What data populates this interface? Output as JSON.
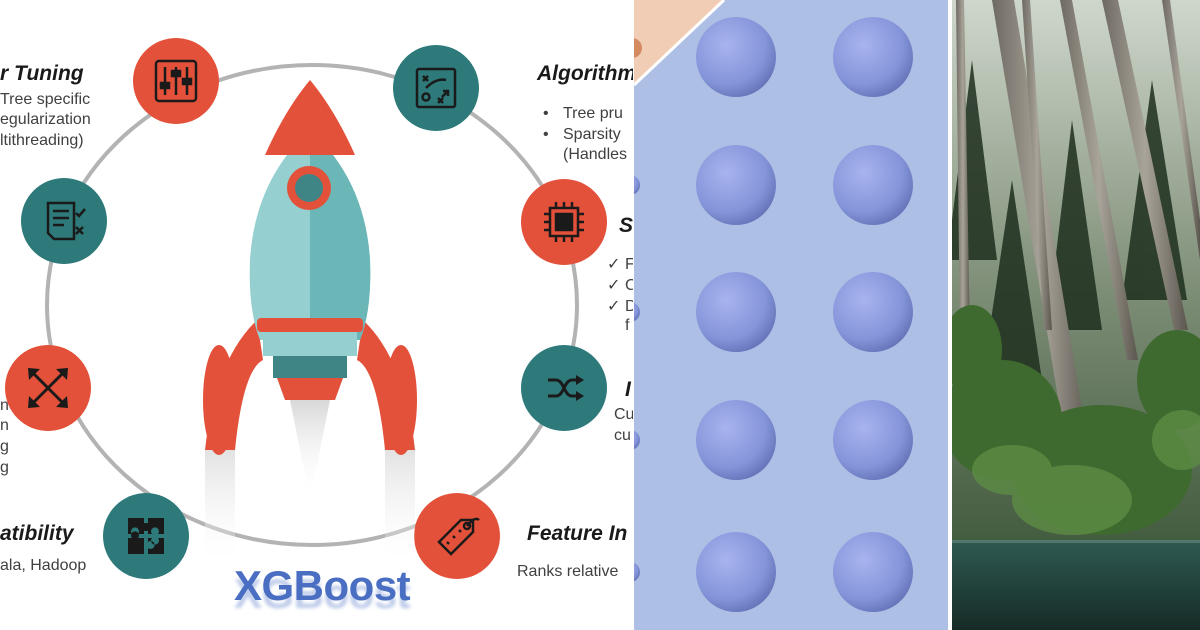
{
  "infographic": {
    "brand_title": "XGBoost",
    "colors": {
      "red": "#e4513a",
      "teal": "#2e7a7a",
      "brand_blue": "#4a6fc2"
    },
    "left": {
      "tuning_heading": "r Tuning",
      "tuning_lines": [
        "Tree specific",
        "egularization",
        "ltithreading)"
      ],
      "scaling_lines": [
        "n",
        "n",
        "g",
        "g"
      ],
      "compat_heading": "atibility",
      "compat_text": "ala, Hadoop"
    },
    "right": {
      "algo_heading": "Algorithm",
      "algo_bullets": [
        "Tree pru",
        "Sparsity"
      ],
      "algo_sub": "(Handles",
      "sys_heading": "S",
      "sys_checks": [
        "F",
        "C",
        "D"
      ],
      "sys_sub": "f",
      "cv_heading": "I",
      "cv_lines": [
        "Cu",
        "cu"
      ],
      "feature_heading": "Feature In",
      "feature_text": "Ranks relative"
    },
    "icons": [
      "sliders-icon",
      "document-check-icon",
      "expand-arrows-icon",
      "puzzle-icon",
      "strategy-board-icon",
      "cpu-chip-icon",
      "shuffle-icon",
      "price-tag-icon"
    ]
  },
  "dots_panel": {
    "background": "#aebfe6",
    "dot_color": "#8696da"
  },
  "forest_panel": {
    "description_colors": [
      "#2b3a2a",
      "#4c7a3a",
      "#1f3a3a"
    ]
  }
}
